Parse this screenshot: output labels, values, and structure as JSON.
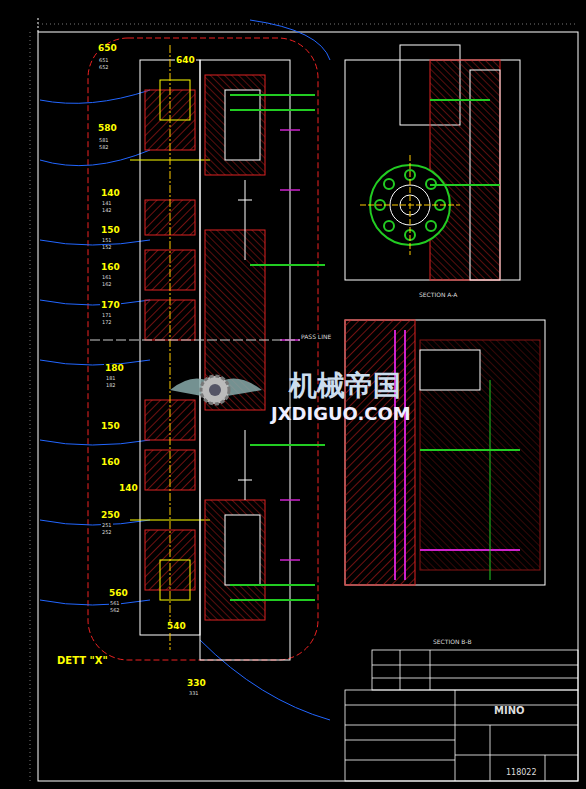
{
  "diagram": {
    "labels": [
      "650",
      "640",
      "580",
      "140",
      "150",
      "160",
      "170",
      "180",
      "150",
      "160",
      "140",
      "250",
      "560",
      "540",
      "330",
      "DETT \"X\"",
      "PASS LINE",
      "SECTION A-A",
      "SECTION B-B",
      "MINO",
      "118022",
      "机械帝国",
      "JXDIGUO.COM",
      "651",
      "652",
      "581",
      "582",
      "141",
      "142",
      "151",
      "152",
      "161",
      "162",
      "171",
      "172",
      "181",
      "182",
      "251",
      "252",
      "561",
      "562",
      "331"
    ]
  }
}
